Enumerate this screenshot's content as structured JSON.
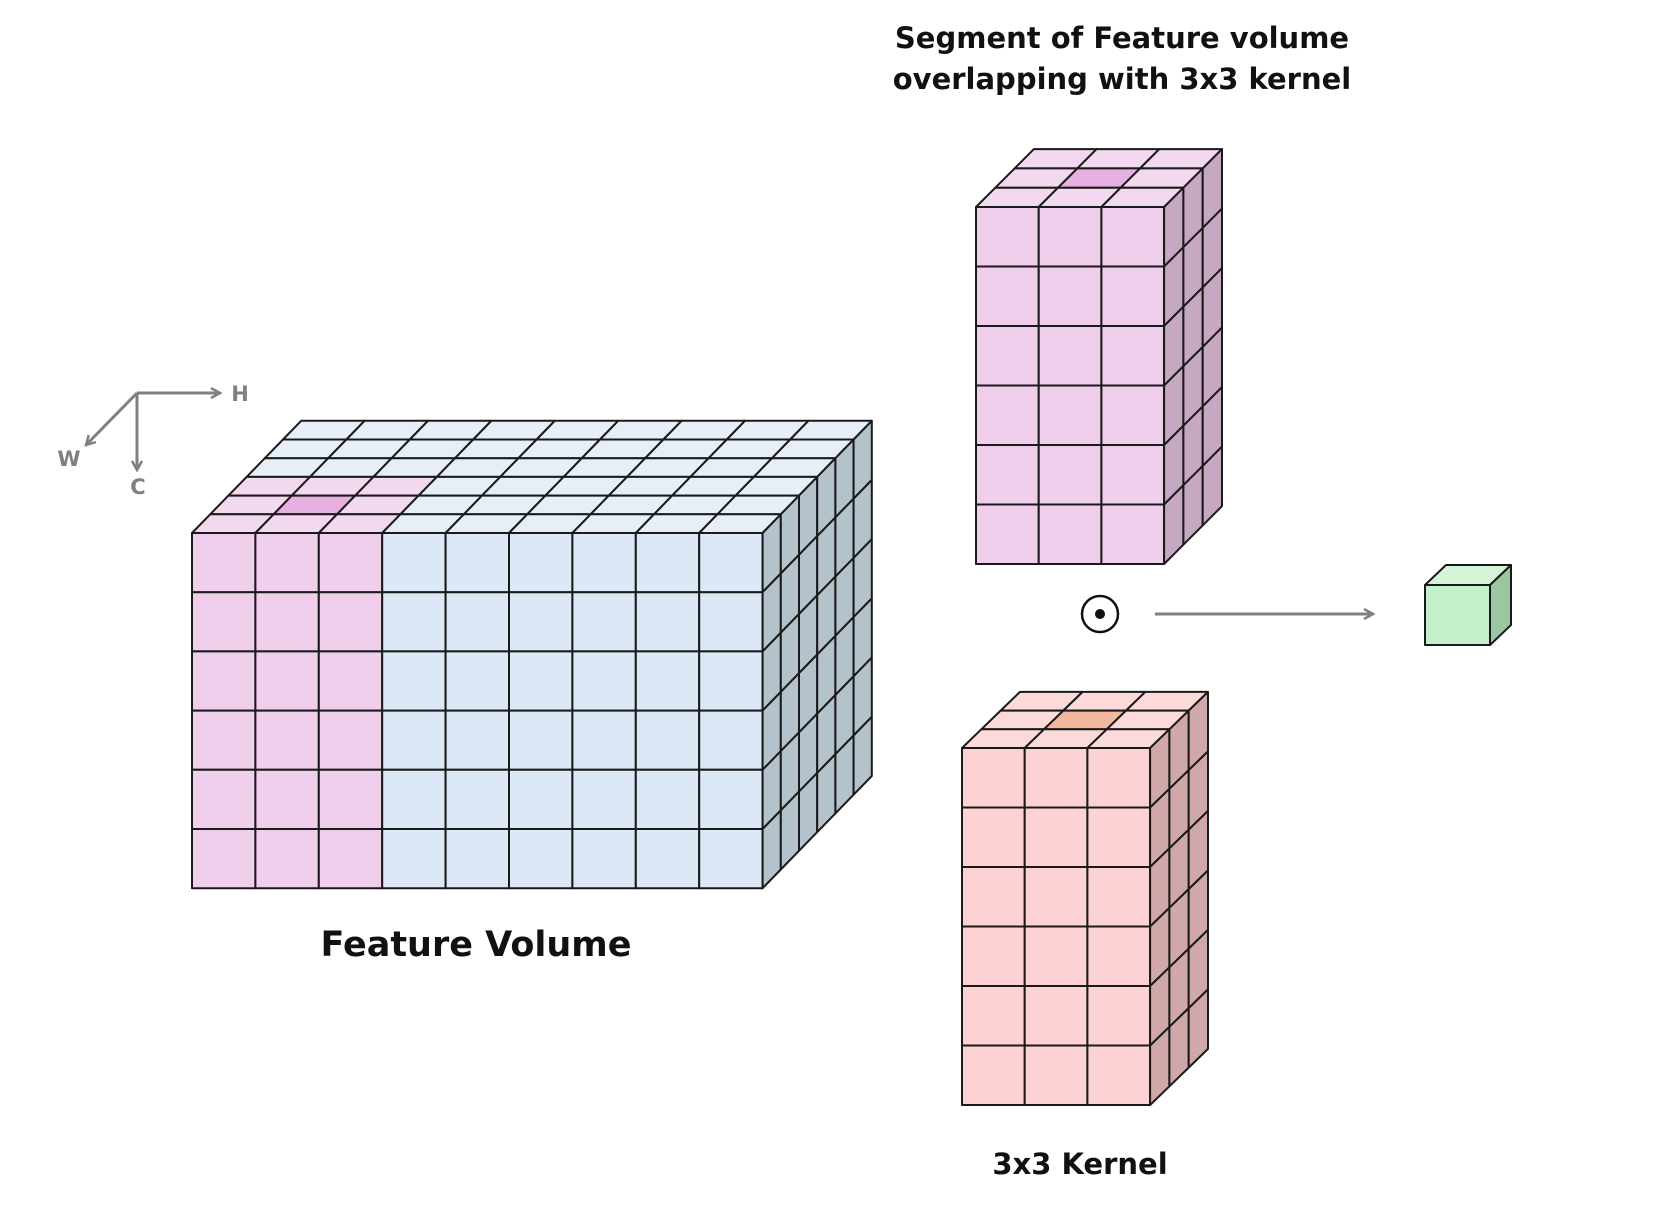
{
  "colors": {
    "feature_front": "#dce8f5",
    "feature_top": "#e6eff8",
    "feature_side": "#b4c2cc",
    "segment_front": "#f0cfec",
    "segment_top": "#f2d9ef",
    "segment_side": "#c6a8c2",
    "segment_highlight": "#e6b0e0",
    "kernel_front": "#fdd2d4",
    "kernel_top": "#fcdada",
    "kernel_side": "#d1a8a9",
    "kernel_highlight": "#f3b79d",
    "output_front": "#c4efcb",
    "output_top": "#d4f4d8",
    "output_side": "#9bc6a1",
    "axis_gray": "#808080",
    "grid_line": "#1a1a1a"
  },
  "axes": {
    "h": "H",
    "w": "W",
    "c": "C"
  },
  "segment": {
    "title_line1": "Segment of Feature volume",
    "title_line2": "overlapping with 3x3 kernel"
  },
  "feature_volume": {
    "label": "Feature Volume"
  },
  "kernel": {
    "label": "3x3 Kernel"
  },
  "operator": {
    "symbol": "⊙",
    "name": "element-wise product"
  }
}
